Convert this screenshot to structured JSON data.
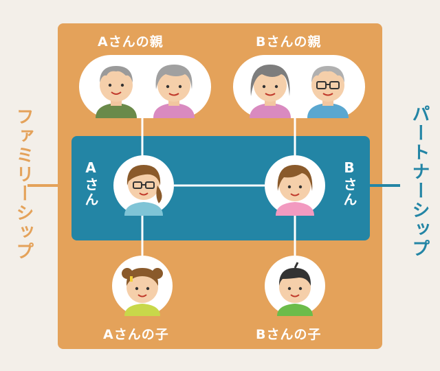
{
  "labels": {
    "a_parents": "Aさんの親",
    "b_parents": "Bさんの親",
    "a_name": "Aさん",
    "b_name": "Bさん",
    "a_child": "Aさんの子",
    "b_child": "Bさんの子",
    "familyship": "ファミリーシップ",
    "partnership": "パートナーシップ"
  },
  "colors": {
    "background": "#f3efe9",
    "family_panel": "#e4a25a",
    "partner_panel": "#2385a5",
    "line": "#ffffff"
  }
}
